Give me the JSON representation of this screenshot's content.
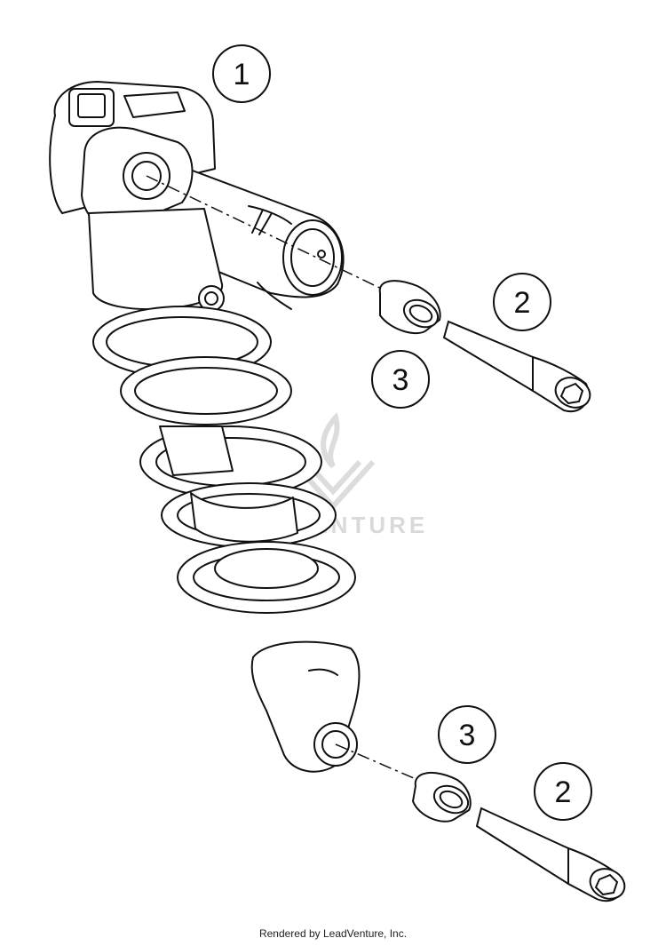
{
  "callouts": [
    {
      "id": "part-1-label",
      "label": "1"
    },
    {
      "id": "part-2-upper-label",
      "label": "2"
    },
    {
      "id": "part-3-upper-label",
      "label": "3"
    },
    {
      "id": "part-3-lower-label",
      "label": "3"
    },
    {
      "id": "part-2-lower-label",
      "label": "2"
    }
  ],
  "watermark": {
    "text": "VENTURE"
  },
  "credit": {
    "text": "Rendered by LeadVenture, Inc."
  },
  "colors": {
    "line": "#111111",
    "watermark": "#d9d9d9",
    "background": "#ffffff"
  },
  "icons": [
    "shock-absorber-drawing",
    "bushing-drawing",
    "bolt-drawing",
    "leadventure-flame-logo"
  ]
}
